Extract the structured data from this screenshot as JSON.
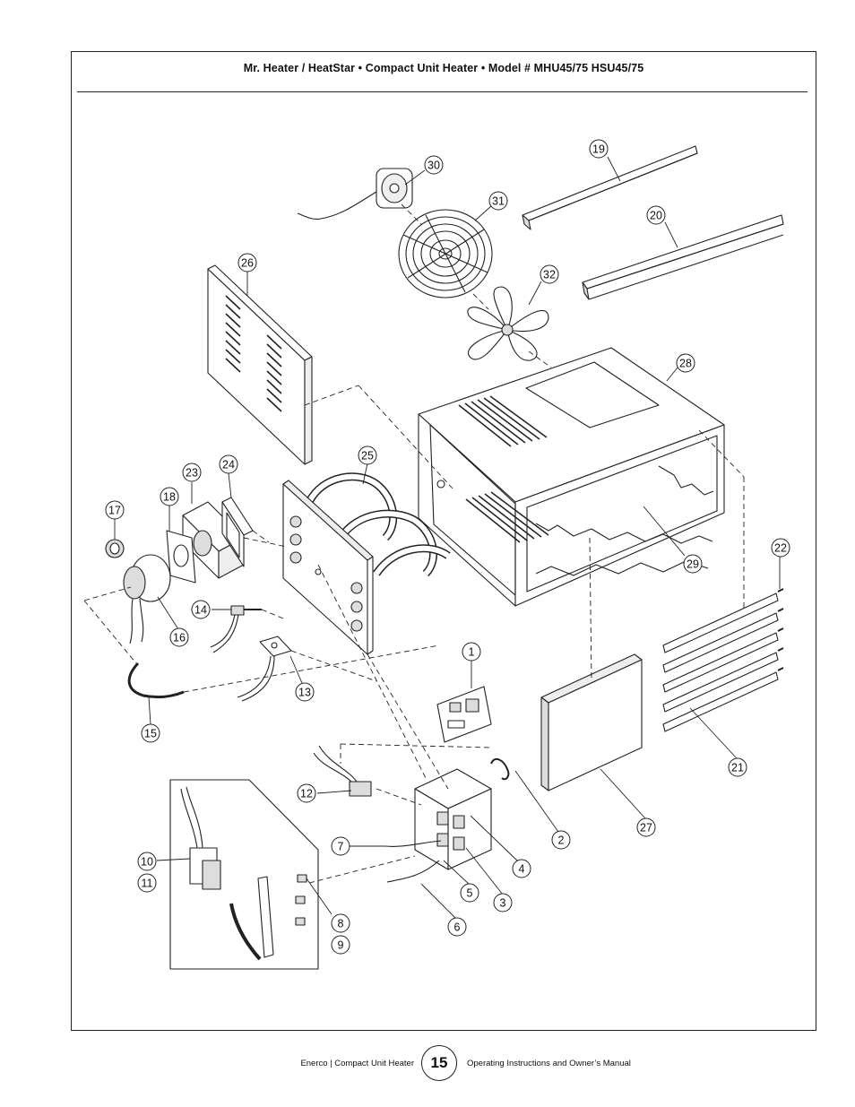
{
  "header": {
    "title": "Mr. Heater / HeatStar  •  Compact Unit Heater • Model # MHU45/75 HSU45/75"
  },
  "callouts": [
    "1",
    "2",
    "3",
    "4",
    "5",
    "6",
    "7",
    "8",
    "9",
    "10",
    "11",
    "12",
    "13",
    "14",
    "15",
    "16",
    "17",
    "18",
    "19",
    "20",
    "21",
    "22",
    "23",
    "24",
    "25",
    "26",
    "27",
    "28",
    "29",
    "30",
    "31",
    "32"
  ],
  "footer": {
    "left_text": "Enerco | Compact Unit Heater",
    "page_number": "15",
    "right_text": "Operating Instructions and Owner’s Manual"
  }
}
